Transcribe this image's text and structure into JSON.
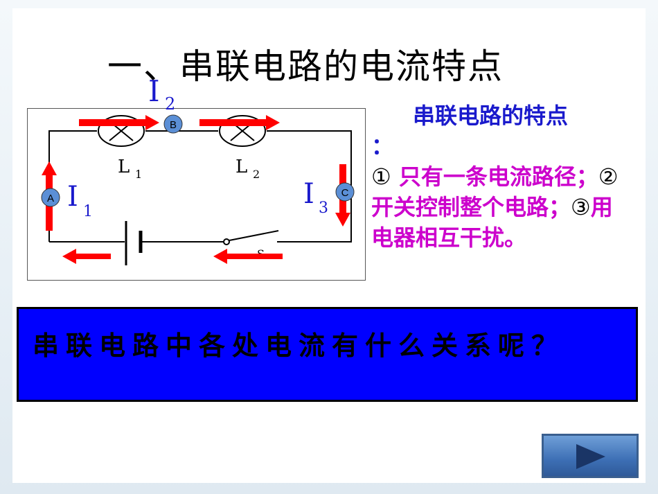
{
  "title": "一、串联电路的电流特点",
  "circuit": {
    "meter_a": "A",
    "meter_b": "B",
    "meter_c": "C",
    "current_1": "I",
    "current_1_sub": "1",
    "current_2": "I",
    "current_2_sub": "2",
    "current_3": "I",
    "current_3_sub": "3",
    "lamp_1": "L",
    "lamp_1_sub": "1",
    "lamp_2": "L",
    "lamp_2_sub": "2",
    "switch_label": "S"
  },
  "features": {
    "heading": "串联电路的特点",
    "colon": "：",
    "item1_mark": "①",
    "item1": " 只有一条电流路径；",
    "item2_mark": "②",
    "item2": "开关控制整个电路；",
    "item3_mark": "③",
    "item3": "用电器相互干扰。"
  },
  "question": "串联电路中各处电流有什么关系呢？",
  "colors": {
    "arrow": "#ff0000",
    "meter_fill": "#5b8fd6",
    "current_label": "#1a1acc",
    "feature_text": "#cc00cc",
    "question_bg": "#0000ff"
  },
  "icons": {
    "next": "play-triangle-icon"
  }
}
